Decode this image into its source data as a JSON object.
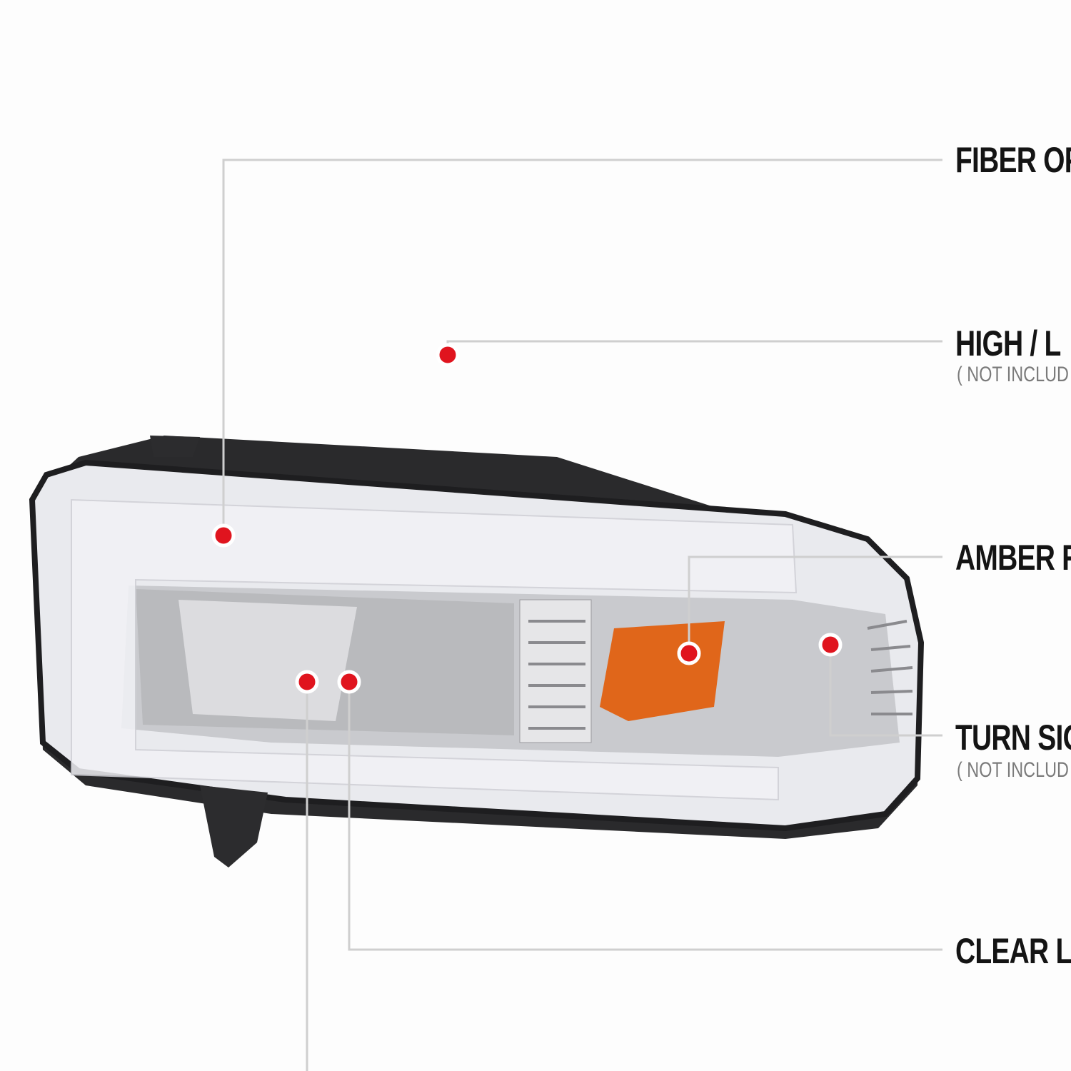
{
  "callouts": [
    {
      "label": "FIBER OP",
      "note": ""
    },
    {
      "label": "HIGH / L",
      "note": "( NOT INCLUD"
    },
    {
      "label": "AMBER R",
      "note": ""
    },
    {
      "label": "TURN SIG",
      "note": "( NOT INCLUD"
    },
    {
      "label": "CLEAR LE",
      "note": ""
    }
  ],
  "colors": {
    "marker": "#e0141e",
    "leader": "#cfcfcf",
    "amber": "#e0661a",
    "chrome": "#d9d9dc"
  }
}
